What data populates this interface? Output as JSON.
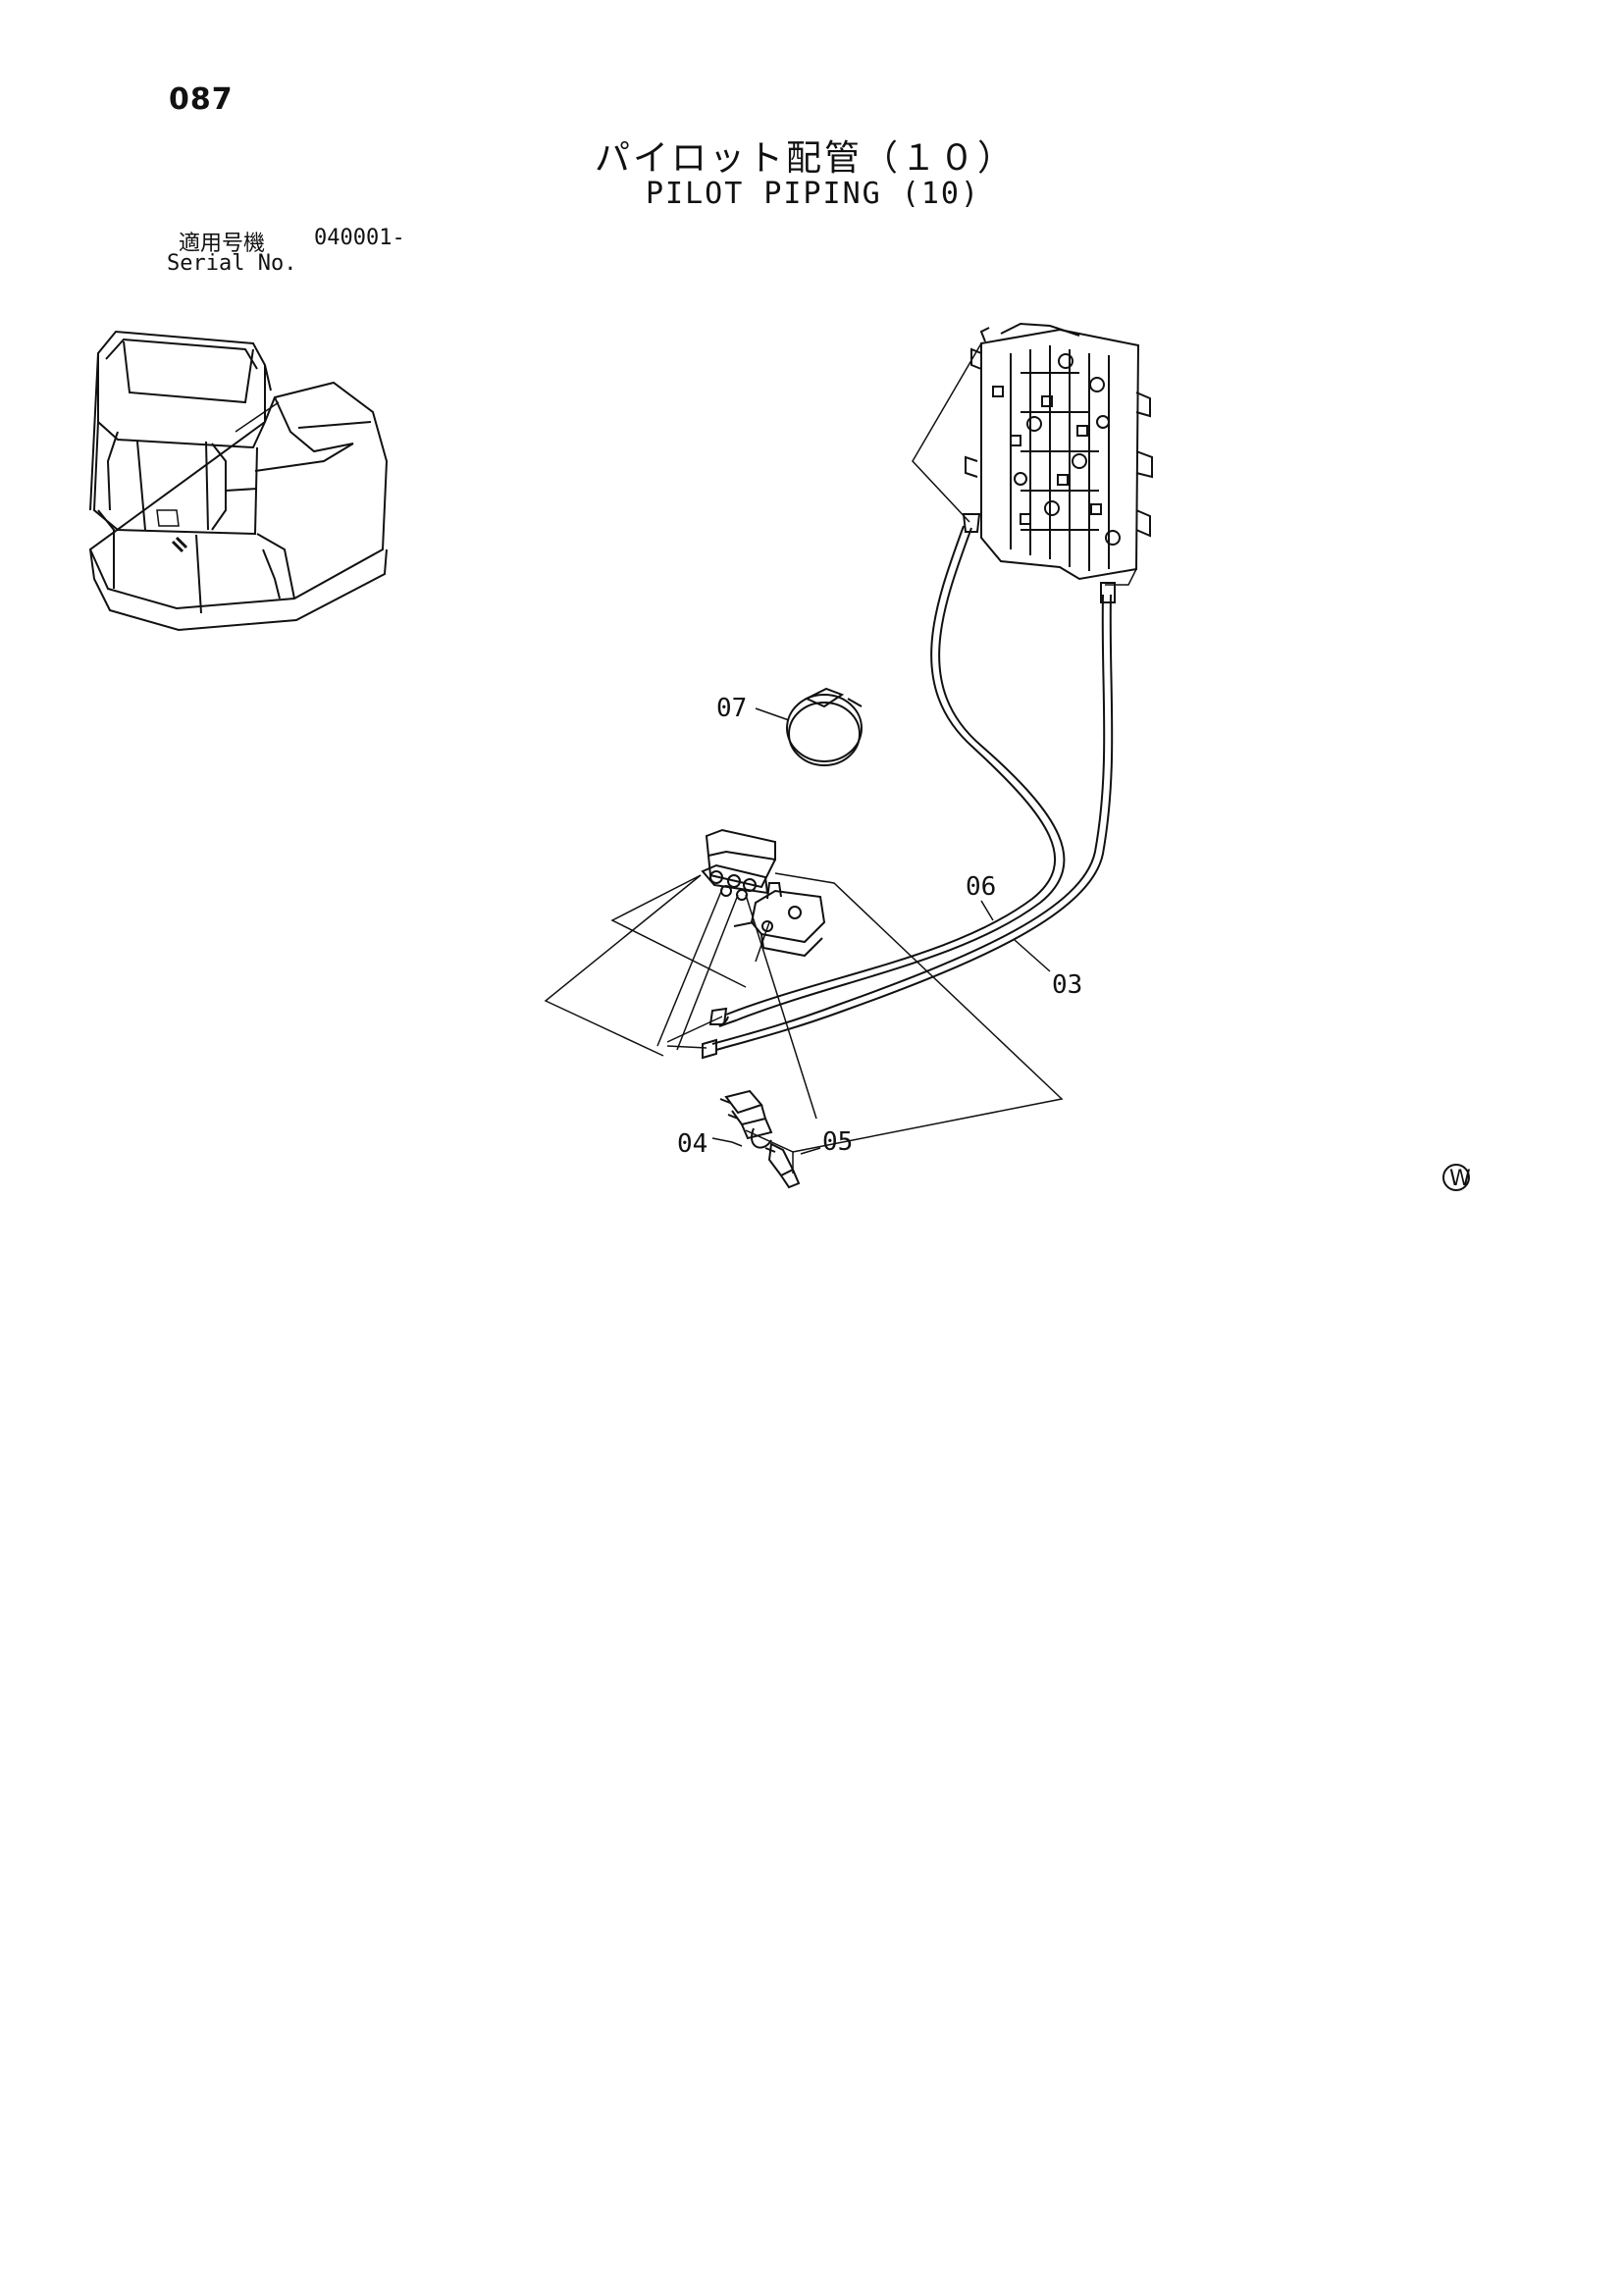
{
  "header": {
    "page_number": "087",
    "title_jp": "パイロット配管（１０）",
    "title_en": "PILOT PIPING (10)"
  },
  "serial": {
    "label_jp": "適用号機",
    "value": "040001-",
    "label_en": "Serial No."
  },
  "diagram": {
    "part_labels": [
      "07",
      "06",
      "03",
      "04",
      "05"
    ],
    "mark": "W"
  },
  "colors": {
    "ink": "#111111",
    "paper": "#ffffff"
  }
}
